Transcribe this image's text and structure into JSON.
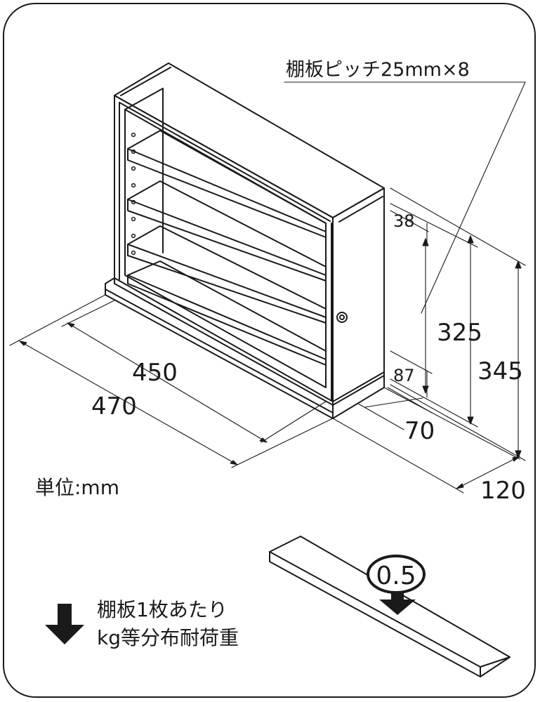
{
  "labels": {
    "shelf_pitch": "棚板ピッチ25mm×8",
    "dim_38": "38",
    "dim_325": "325",
    "dim_345": "345",
    "dim_87": "87",
    "dim_450": "450",
    "dim_470": "470",
    "dim_70": "70",
    "dim_120": "120",
    "unit": "単位:mm",
    "load_value": "0.5",
    "load_line1": "棚板1枚あたり",
    "load_line2": "kg等分布耐荷重"
  },
  "colors": {
    "ink": "#1a1a1a",
    "background": "#ffffff"
  },
  "icons": [
    "down-arrow-icon",
    "load-arrow-icon"
  ]
}
